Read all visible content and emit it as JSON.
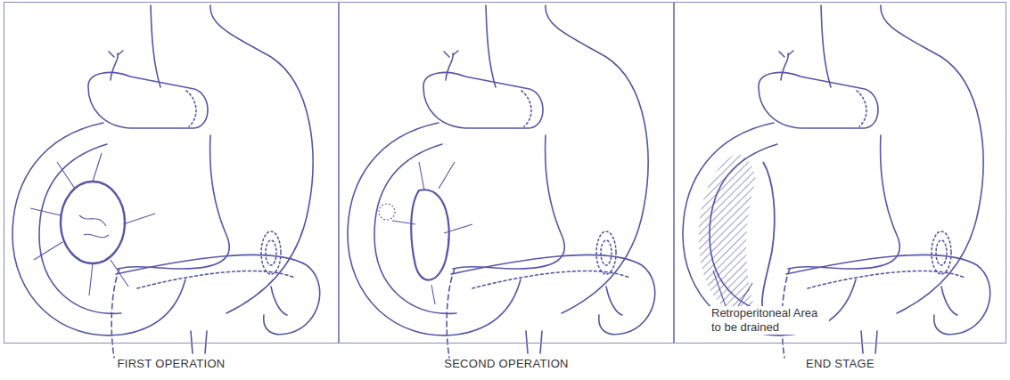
{
  "diagram": {
    "nodes": [
      {
        "text": [
          "FIRST OPERATION"
        ]
      },
      {
        "text": [
          "SECOND OPERATION"
        ]
      },
      {
        "text": [
          "END STAGE"
        ]
      }
    ],
    "labels": [
      "Retroperitoneal Area to be drained"
    ]
  }
}
